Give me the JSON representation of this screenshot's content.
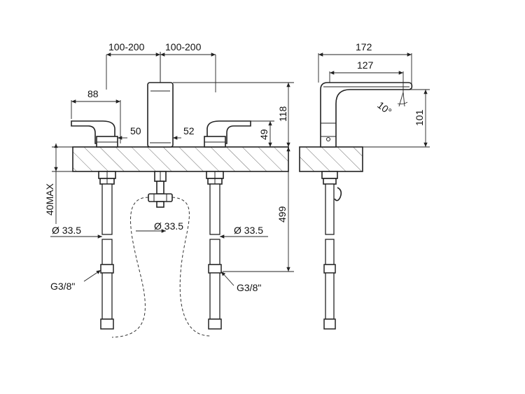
{
  "dimensions": {
    "spacing_left": "100-200",
    "spacing_right": "100-200",
    "width_172": "172",
    "width_127": "127",
    "handle_88": "88",
    "d50": "50",
    "d52": "52",
    "d49": "49",
    "d118": "118",
    "d101": "101",
    "d499": "499",
    "max40": "40MAX",
    "angle": "10°",
    "dia_left": "Ø 33.5",
    "dia_center": "Ø 33.5",
    "dia_right": "Ø 33.5",
    "thread_left": "G3/8\"",
    "thread_right": "G3/8\""
  }
}
